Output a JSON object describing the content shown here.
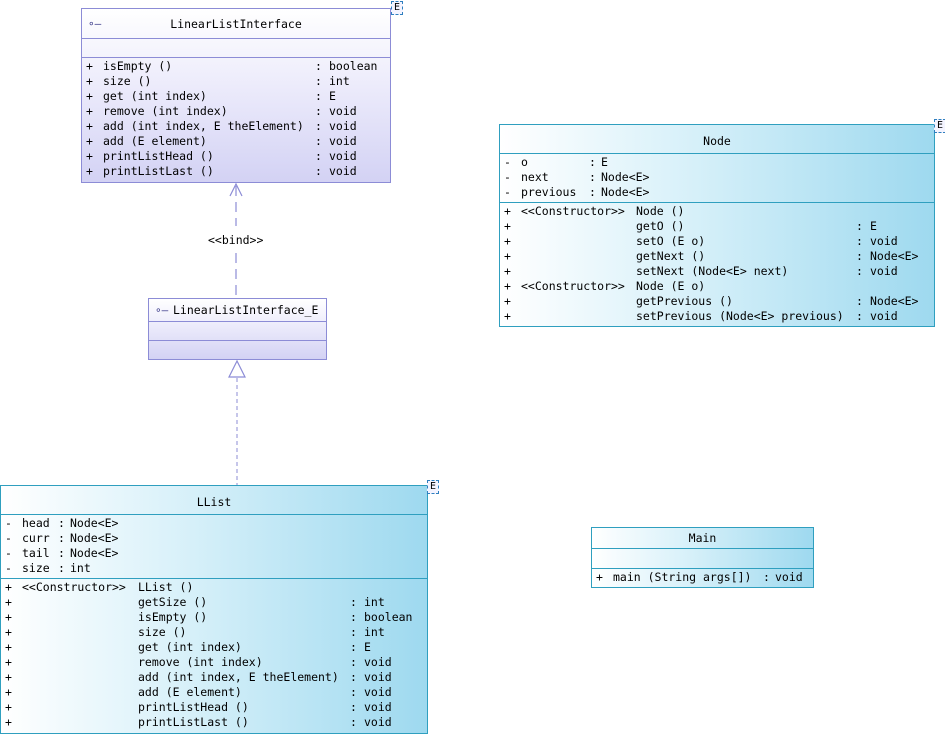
{
  "type_param": "E",
  "interface": {
    "name": "LinearListInterface",
    "methods": [
      {
        "v": "+",
        "name": "isEmpty ()",
        "type": "boolean"
      },
      {
        "v": "+",
        "name": "size ()",
        "type": "int"
      },
      {
        "v": "+",
        "name": "get (int index)",
        "type": "E"
      },
      {
        "v": "+",
        "name": "remove (int index)",
        "type": "void"
      },
      {
        "v": "+",
        "name": "add (int index, E theElement)",
        "type": "void"
      },
      {
        "v": "+",
        "name": "add (E element)",
        "type": "void"
      },
      {
        "v": "+",
        "name": "printListHead ()",
        "type": "void"
      },
      {
        "v": "+",
        "name": "printListLast ()",
        "type": "void"
      }
    ]
  },
  "bound_interface": {
    "name": "LinearListInterface_E"
  },
  "bind_label": "<<bind>>",
  "node": {
    "name": "Node",
    "attributes": [
      {
        "v": "-",
        "name": "o",
        "type": "E"
      },
      {
        "v": "-",
        "name": "next",
        "type": "Node<E>"
      },
      {
        "v": "-",
        "name": "previous",
        "type": "Node<E>"
      }
    ],
    "methods": [
      {
        "v": "+",
        "st": "<<Constructor>>",
        "name": "Node ()",
        "type": ""
      },
      {
        "v": "+",
        "st": "",
        "name": "getO ()",
        "type": "E"
      },
      {
        "v": "+",
        "st": "",
        "name": "setO (E o)",
        "type": "void"
      },
      {
        "v": "+",
        "st": "",
        "name": "getNext ()",
        "type": "Node<E>"
      },
      {
        "v": "+",
        "st": "",
        "name": "setNext (Node<E> next)",
        "type": "void"
      },
      {
        "v": "+",
        "st": "<<Constructor>>",
        "name": "Node (E o)",
        "type": ""
      },
      {
        "v": "+",
        "st": "",
        "name": "getPrevious ()",
        "type": "Node<E>"
      },
      {
        "v": "+",
        "st": "",
        "name": "setPrevious (Node<E> previous)",
        "type": "void"
      }
    ]
  },
  "llist": {
    "name": "LList",
    "attributes": [
      {
        "v": "-",
        "name": "head",
        "type": "Node<E>"
      },
      {
        "v": "-",
        "name": "curr",
        "type": "Node<E>"
      },
      {
        "v": "-",
        "name": "tail",
        "type": "Node<E>"
      },
      {
        "v": "-",
        "name": "size",
        "type": "int"
      }
    ],
    "methods": [
      {
        "v": "+",
        "st": "<<Constructor>>",
        "name": "LList ()",
        "type": ""
      },
      {
        "v": "+",
        "st": "",
        "name": "getSize ()",
        "type": "int"
      },
      {
        "v": "+",
        "st": "",
        "name": "isEmpty ()",
        "type": "boolean"
      },
      {
        "v": "+",
        "st": "",
        "name": "size ()",
        "type": "int"
      },
      {
        "v": "+",
        "st": "",
        "name": "get (int index)",
        "type": "E"
      },
      {
        "v": "+",
        "st": "",
        "name": "remove (int index)",
        "type": "void"
      },
      {
        "v": "+",
        "st": "",
        "name": "add (int index, E theElement)",
        "type": "void"
      },
      {
        "v": "+",
        "st": "",
        "name": "add (E element)",
        "type": "void"
      },
      {
        "v": "+",
        "st": "",
        "name": "printListHead ()",
        "type": "void"
      },
      {
        "v": "+",
        "st": "",
        "name": "printListLast ()",
        "type": "void"
      }
    ]
  },
  "main": {
    "name": "Main",
    "methods": [
      {
        "v": "+",
        "st": "",
        "name": "main (String args[])",
        "type": "void"
      }
    ]
  }
}
